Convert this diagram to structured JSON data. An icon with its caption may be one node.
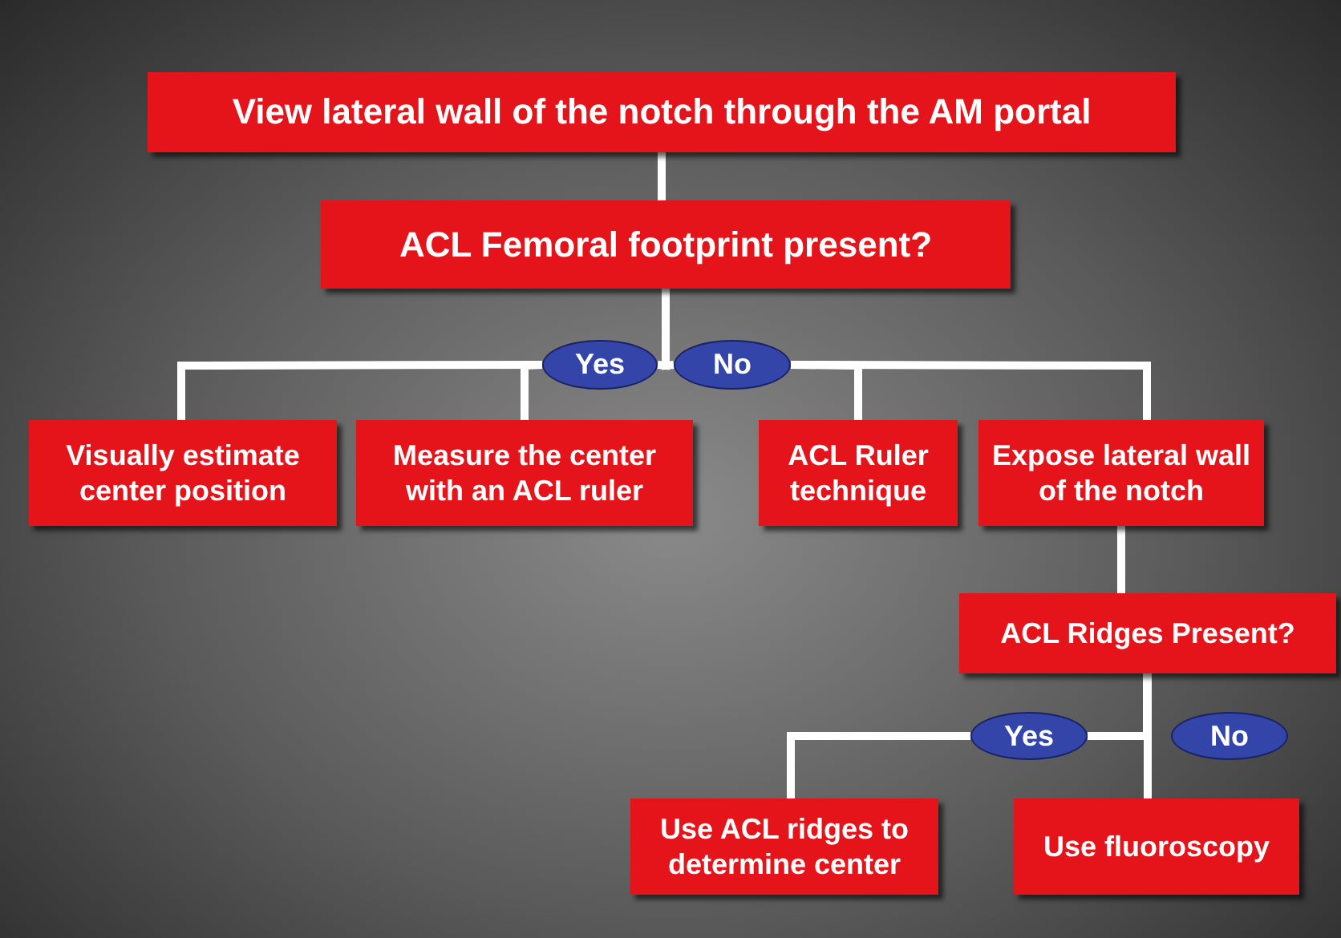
{
  "diagram": {
    "nodes": [
      {
        "text": [
          "View lateral wall of the notch through the AM portal"
        ]
      },
      {
        "text": [
          "ACL Femoral footprint present?"
        ]
      },
      {
        "text": [
          "Yes"
        ]
      },
      {
        "text": [
          "No"
        ]
      },
      {
        "text": [
          "Visually estimate center position"
        ]
      },
      {
        "text": [
          "Measure the center with an ACL ruler"
        ]
      },
      {
        "text": [
          "ACL Ruler technique"
        ]
      },
      {
        "text": [
          "Expose lateral wall of the notch"
        ]
      },
      {
        "text": [
          "ACL Ridges Present?"
        ]
      },
      {
        "text": [
          "Yes"
        ]
      },
      {
        "text": [
          "No"
        ]
      },
      {
        "text": [
          "Use ACL ridges to determine center"
        ]
      },
      {
        "text": [
          "Use fluoroscopy"
        ]
      }
    ],
    "edges": [
      {
        "from": 0,
        "to": 1,
        "arrow": "none"
      },
      {
        "from": 1,
        "to": 2,
        "arrow": "none"
      },
      {
        "from": 1,
        "to": 3,
        "arrow": "none"
      },
      {
        "from": 2,
        "to": 4,
        "arrow": "none"
      },
      {
        "from": 2,
        "to": 5,
        "arrow": "none"
      },
      {
        "from": 3,
        "to": 6,
        "arrow": "none"
      },
      {
        "from": 3,
        "to": 7,
        "arrow": "none"
      },
      {
        "from": 7,
        "to": 8,
        "arrow": "none"
      },
      {
        "from": 8,
        "to": 9,
        "arrow": "none"
      },
      {
        "from": 9,
        "to": 11,
        "arrow": "none"
      },
      {
        "from": 8,
        "to": 12,
        "arrow": "none"
      }
    ]
  }
}
